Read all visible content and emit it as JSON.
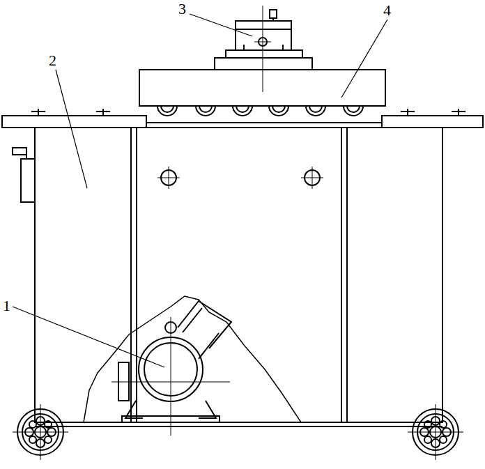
{
  "diagram": {
    "labels": [
      "3",
      "4",
      "2",
      "1"
    ]
  }
}
